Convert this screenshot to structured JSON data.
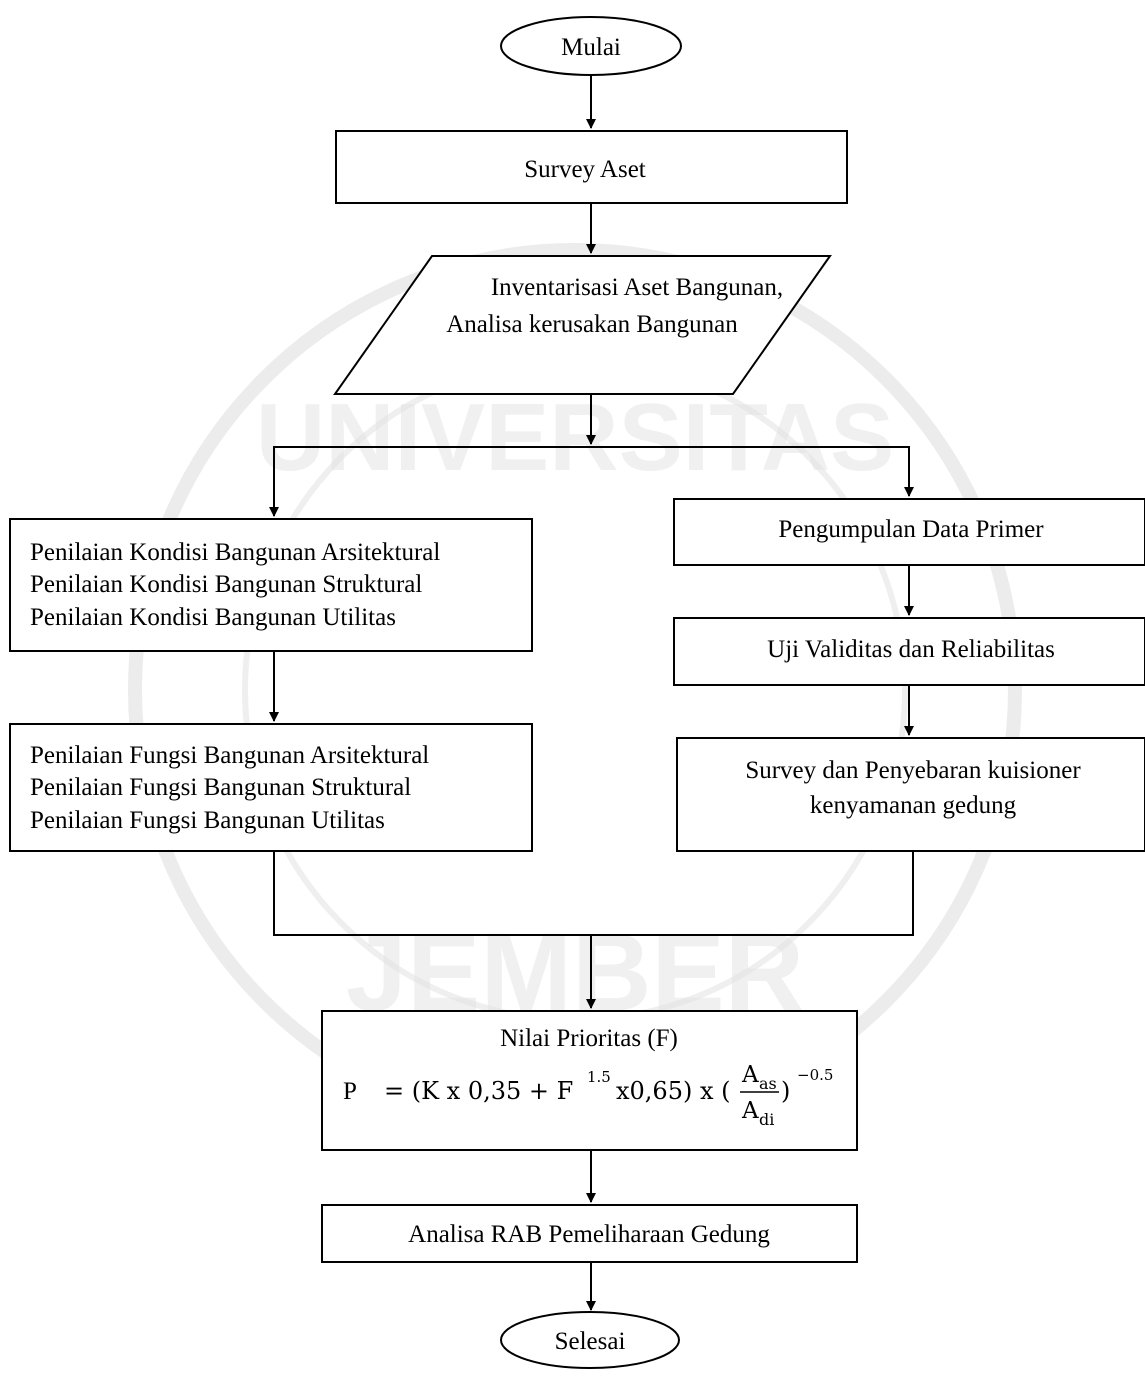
{
  "flowchart": {
    "start": "Mulai",
    "survey": "Survey Aset",
    "inventory": [
      "Inventarisasi Aset Bangunan,",
      "Analisa kerusakan Bangunan"
    ],
    "condition": [
      "Penilaian Kondisi Bangunan Arsitektural",
      "Penilaian Kondisi Bangunan Struktural",
      "Penilaian Kondisi Bangunan Utilitas"
    ],
    "function": [
      "Penilaian Fungsi Bangunan Arsitektural",
      "Penilaian Fungsi Bangunan Struktural",
      "Penilaian Fungsi Bangunan Utilitas"
    ],
    "primary_data": "Pengumpulan Data Primer",
    "validity": "Uji Validitas dan Reliabilitas",
    "questionnaire": [
      "Survey dan Penyebaran kuisioner",
      "kenyamanan gedung"
    ],
    "priority": {
      "title": "Nilai Prioritas (F)",
      "formula_lhs": "P",
      "formula_main": "= (K x 0,35 +  F",
      "formula_exp": "1.5",
      "formula_rest": "x0,65) x (",
      "frac_num": "A",
      "frac_num_sub": "as",
      "frac_den": "A",
      "frac_den_sub": "di",
      "formula_close": ")",
      "formula_outer_exp": "−0.5"
    },
    "rab": "Analisa RAB Pemeliharaan Gedung",
    "end": "Selesai"
  },
  "watermark": {
    "upper": "UNIVERSITAS",
    "lower": "JEMBER"
  }
}
